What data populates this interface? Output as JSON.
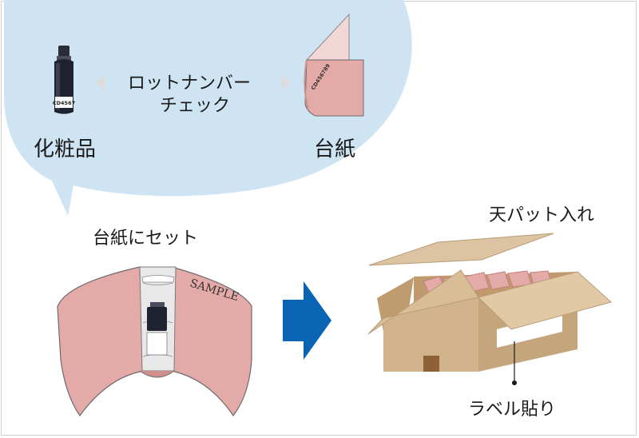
{
  "bubble": {
    "check_line1": "ロットナンバー",
    "check_line2": "チェック",
    "cosmetic": "化粧品",
    "mount": "台紙",
    "bottle_code": "CD4567",
    "mount_code": "CD456789"
  },
  "steps": {
    "set_on_mount": "台紙にセット",
    "sample_text": "SAMPLE",
    "insert_top_pad": "天パット入れ",
    "label_attach": "ラベル貼り"
  },
  "colors": {
    "bubble": "#cfe4f3",
    "mount_pink": "#e4aaa8",
    "arrow_blue": "#0a64b4",
    "box_tan": "#d2b48c"
  }
}
